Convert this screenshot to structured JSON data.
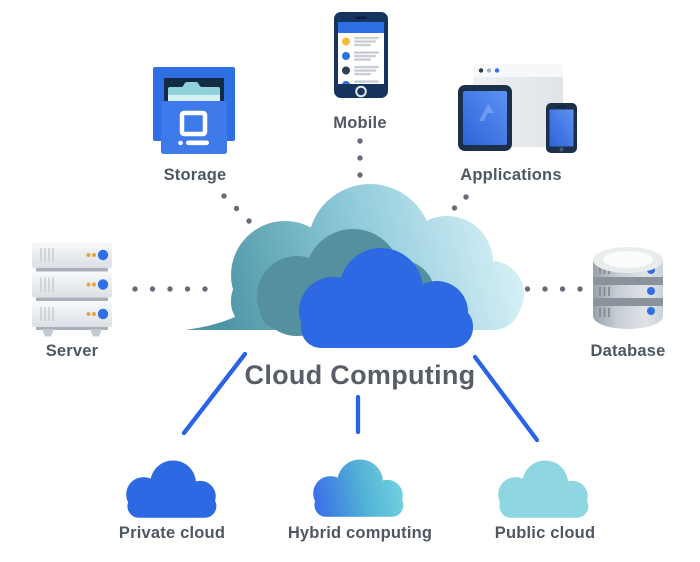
{
  "diagram": {
    "title": "Cloud Computing",
    "center_label": "Cloud Computing"
  },
  "nodes": {
    "storage": {
      "label": "Storage",
      "icon": "storage-cabinet-icon"
    },
    "mobile": {
      "label": "Mobile",
      "icon": "smartphone-icon"
    },
    "applications": {
      "label": "Applications",
      "icon": "devices-icon"
    },
    "server": {
      "label": "Server",
      "icon": "server-rack-icon"
    },
    "database": {
      "label": "Database",
      "icon": "database-cylinder-icon"
    }
  },
  "cloud_types": {
    "private": {
      "label": "Private cloud"
    },
    "hybrid": {
      "label": "Hybrid computing"
    },
    "public": {
      "label": "Public cloud"
    }
  },
  "colors": {
    "primary_blue": "#2E6FE3",
    "front_cloud_blue": "#2C69E2",
    "teal_dark": "#4E96A6",
    "teal_mid": "#55909E",
    "light_teal": "#8ED7E2",
    "label_gray": "#4E5863",
    "dot_gray": "#656C7A",
    "line_blue": "#2A63E8",
    "navy": "#1D3049"
  },
  "connections": {
    "dotted": [
      {
        "from": "server",
        "to": "cloud"
      },
      {
        "from": "storage",
        "to": "cloud"
      },
      {
        "from": "mobile",
        "to": "cloud"
      },
      {
        "from": "applications",
        "to": "cloud"
      },
      {
        "from": "database",
        "to": "cloud"
      }
    ],
    "solid": [
      {
        "from": "cloud",
        "to": "private"
      },
      {
        "from": "cloud",
        "to": "hybrid"
      },
      {
        "from": "cloud",
        "to": "public"
      }
    ]
  }
}
